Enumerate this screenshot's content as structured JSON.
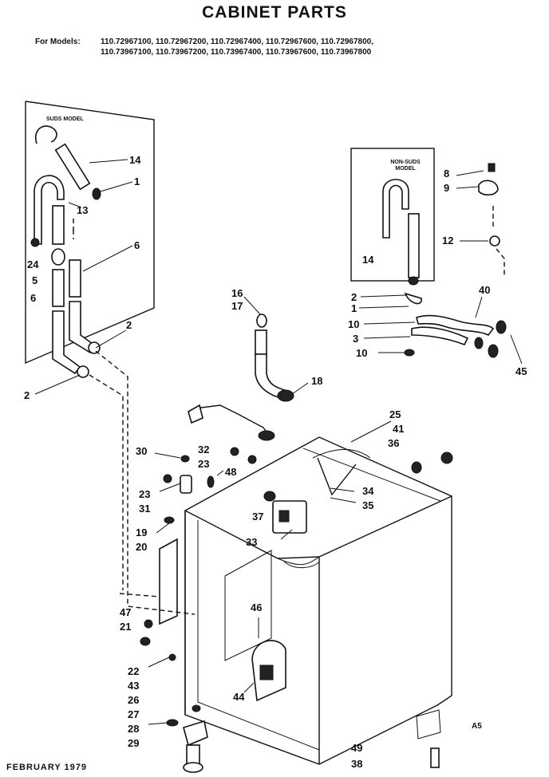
{
  "header": {
    "title": "CABINET PARTS",
    "models_label": "For Models:",
    "models_line1": "110.72967100, 110.72967200, 110.72967400, 110.72967600, 110.72967800,",
    "models_line2": "110.73967100, 110.73967200, 110.73967400, 110.73967600, 110.73967800"
  },
  "insets": {
    "suds_label": "SUDS MODEL",
    "non_suds_label_line1": "NON-SUDS",
    "non_suds_label_line2": "MODEL"
  },
  "callouts": {
    "c14a": "14",
    "c1a": "1",
    "c13": "13",
    "c6a": "6",
    "c24": "24",
    "c5": "5",
    "c6b": "6",
    "c2a": "2",
    "c2b": "2",
    "c8": "8",
    "c9": "9",
    "c12": "12",
    "c14b": "14",
    "c2c": "2",
    "c1b": "1",
    "c10a": "10",
    "c3": "3",
    "c10b": "10",
    "c40": "40",
    "c45": "45",
    "c16": "16",
    "c17": "17",
    "c18": "18",
    "c25": "25",
    "c41": "41",
    "c36": "36",
    "c34": "34",
    "c35": "35",
    "c30": "30",
    "c32": "32",
    "c23a": "23",
    "c48": "48",
    "c23b": "23",
    "c31": "31",
    "c37": "37",
    "c33": "33",
    "c19": "19",
    "c20": "20",
    "c46": "46",
    "c47": "47",
    "c21": "21",
    "c22": "22",
    "c43": "43",
    "c26": "26",
    "c27": "27",
    "c28": "28",
    "c29": "29",
    "c44": "44",
    "c49": "49",
    "c38": "38"
  },
  "footer": {
    "date": "FEBRUARY 1979",
    "code": "A5"
  }
}
